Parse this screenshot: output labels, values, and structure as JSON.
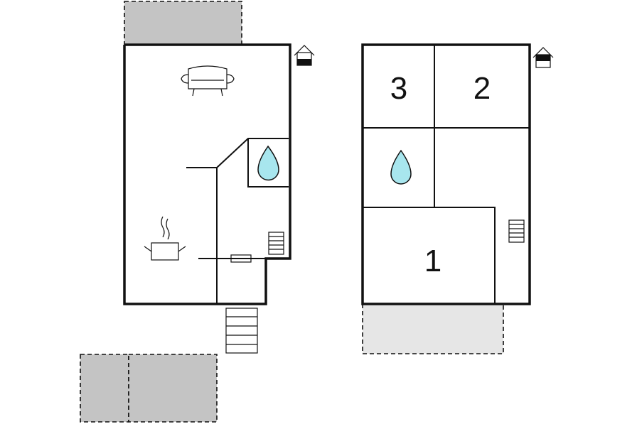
{
  "upper_floor": {
    "rooms": [
      {
        "number": "3",
        "icon": "bedroom"
      },
      {
        "number": "2",
        "icon": "bedroom"
      },
      {
        "number": "1",
        "icon": "bedroom"
      }
    ]
  },
  "icons": {
    "sofa": "sofa-icon",
    "kitchen": "cooking-pot-icon",
    "bathroom": "water-drop-icon",
    "stairs": "stairs-icon",
    "floor_marker": "house-floor-icon"
  }
}
